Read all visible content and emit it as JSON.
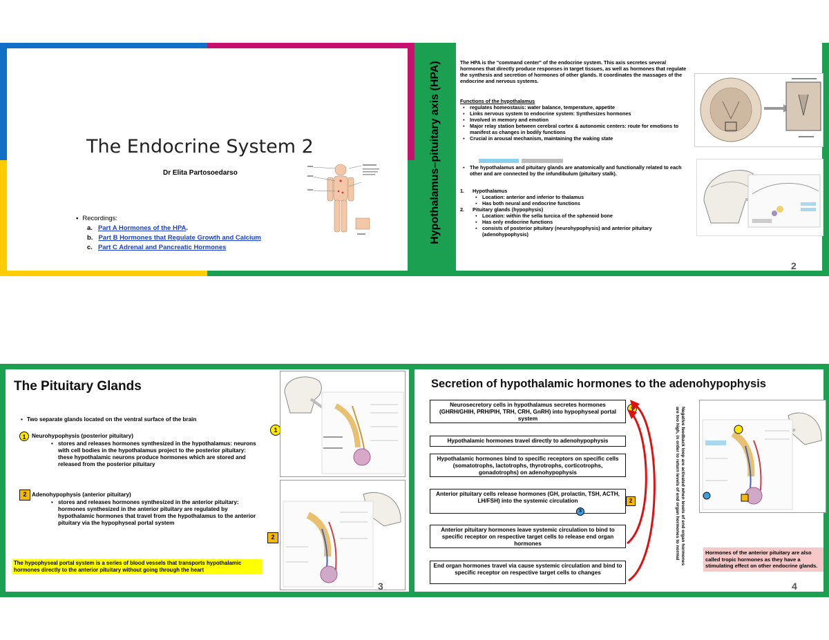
{
  "slide1": {
    "title": "The Endocrine System 2",
    "author": "Dr Elita Partosoedarso",
    "recordings_label": "Recordings:",
    "links": [
      {
        "marker": "a.",
        "text": "Part A Hormones of the HPA"
      },
      {
        "marker": "b.",
        "text": "Part B Hormones that Regulate Growth and Calcium"
      },
      {
        "marker": "c.",
        "text": "Part C Adrenal and Pancreatic Hormones"
      }
    ],
    "link_trailing": ".",
    "colors": {
      "blue": "#1070c8",
      "magenta": "#c8106e",
      "yellow": "#ffcc00",
      "green": "#1aa050"
    }
  },
  "slide2": {
    "side_title": "Hypothalamus–pituitary axis (HPA)",
    "intro": "The HPA is the \"command center\" of the endocrine system. This axis secretes several hormones that directly produce responses in target tissues, as well as hormones that regulate the synthesis and secretion of hormones of other glands. It coordinates the massages of the endocrine and nervous systems.",
    "functions_heading": "Functions of the hypothalamus",
    "functions": [
      "regulates homeostasis: water balance, temperature, appetite",
      "Links nervous system to endocrine system: Synthesizes hormones",
      "Involved in memory and emotion",
      "Major relay station between cerebral cortex & autonomic centers: route for emotions to manifest as changes in bodily functions",
      "Crucial in arousal mechanism, maintaining the waking state"
    ],
    "relation": "The hypothalamus and pituitary glands are anatomically and functionally related to each other and are connected by the infundibulum (pituitary stalk).",
    "glands": [
      {
        "num": "1.",
        "name": "Hypothalamus",
        "points": [
          "Location: anterior and inferior to thalamus",
          "Has both neural and endocrine functions"
        ]
      },
      {
        "num": "2.",
        "name": "Pituitary glands (hypophysis)",
        "points": [
          "Location: within the sella turcica of the sphenoid bone",
          "Has only endocrine functions",
          "consists of posterior pituitary (neurohypophysis) and anterior pituitary (adenohypophysis)"
        ]
      }
    ],
    "page": "2"
  },
  "slide3": {
    "title": "The Pituitary Glands",
    "bullet": "Two separate glands located on the ventral surface of the brain",
    "items": [
      {
        "badge": "1",
        "name": "Neurohypophysis (posterior pituitary)",
        "detail": "stores and releases hormones synthesized in the hypothalamus: neurons with cell bodies in the hypothalamus project to the posterior pituitary: these hypothalamic neurons produce hormones which are stored and released from the posterior pituitary"
      },
      {
        "badge": "2",
        "name": "Adenohypophysis (anterior pituitary)",
        "detail": "stores and releases hormones synthesized in the anterior pituitary: hormones synthesized in the anterior pituitary are regulated by hypothalamic hormones that travel from the hypothalamus to the anterior pituitary via the hypophyseal portal system"
      }
    ],
    "highlight": "The hypophyseal portal system is a series of blood vessels that transports hypothalamic hormones directly to the anterior pituitary without going through the heart",
    "fig_badges": [
      "1",
      "2"
    ],
    "page": "3"
  },
  "slide4": {
    "title": "Secretion of hypothalamic hormones to the adenohypophysis",
    "steps": [
      "Neurosecretory cells in hypothalamus secretes hormones (GHRH/GHIH, PRH/PIH, TRH, CRH, GnRH) into hypophyseal portal system",
      "Hypothalamic hormones travel directly to adenohypophysis",
      "Hypothalamic hormones bind to specific receptors on specific cells (somatotrophs, lactotrophs, thyrotrophs, corticotrophs, gonadotrophs) on adenohypophysis",
      "Anterior pituitary cells release hormones (GH, prolactin, TSH, ACTH, LH/FSH) into the systemic circulation",
      "Anterior pituitary hormones leave systemic circulation to bind to specific receptor on respective target cells to release end organ hormones",
      "End organ hormones travel via cause systemic circulation and  bind to specific receptor on respective target cells to changes"
    ],
    "feedback": "Negative feedback loop are activated when levels of end organ hormones are too high, in order to return levels of end organ hormones to normal",
    "note": "Hormones of the anterior pituitary are also called tropic hormones as they have a stimulating effect on other endocrine glands.",
    "badges": [
      "1",
      "2",
      "3"
    ],
    "page": "4"
  }
}
